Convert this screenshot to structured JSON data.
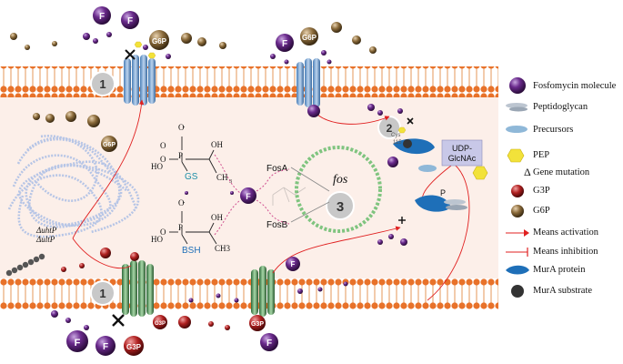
{
  "labels": {
    "step1_top": "1",
    "step1_bottom": "1",
    "step2": "2",
    "step3": "3",
    "fos": "fos",
    "fosA": "FosA",
    "fosB": "FosB",
    "gs": "GS",
    "bsh": "BSH",
    "oh": "OH",
    "ch3": "CH",
    "ch3_sub": "3",
    "ch3_full": "CH3",
    "delta_uhpt": "ΔuhtP",
    "delta_ulpt": "ΔultP",
    "udp_line1": "UDP-",
    "udp_line2": "GlcNAc",
    "cys": "Cys",
    "cys_num": "115",
    "p_label": "P",
    "F": "F",
    "G6P": "G6P",
    "G3P": "G3P"
  },
  "legend": [
    {
      "icon": "fosfomycin-icon",
      "label": "Fosfomycin molecule",
      "color": "#6a2a8c"
    },
    {
      "icon": "peptidoglycan-icon",
      "label": "Peptidoglycan",
      "color": "#a9aeb5"
    },
    {
      "icon": "precursors-icon",
      "label": "Precursors",
      "color": "#8fb8d8"
    },
    {
      "icon": "pep-icon",
      "label": "PEP",
      "color": "#f2e23a"
    },
    {
      "icon": "delta-icon",
      "label": "Gene mutation",
      "symbol": "Δ"
    },
    {
      "icon": "g3p-icon",
      "label": "G3P",
      "color": "#a31f1f"
    },
    {
      "icon": "g6p-icon",
      "label": "G6P",
      "color": "#8a6a3a"
    },
    {
      "icon": "activation-arrow-icon",
      "label": "Means activation",
      "color": "#e02020"
    },
    {
      "icon": "inhibition-line-icon",
      "label": "Means inhibition",
      "color": "#e02020"
    },
    {
      "icon": "mura-protein-icon",
      "label": "MurA protein",
      "color": "#1e6fb8"
    },
    {
      "icon": "mura-substrate-icon",
      "label": "MurA substrate",
      "color": "#333333"
    }
  ],
  "colors": {
    "membrane_head": "#e8722a",
    "membrane_tail": "#f3c9a0",
    "cytoplasm": "#fcefe9",
    "fosfomycin": "#6a2a8c",
    "g6p": "#8a6a3a",
    "g3p": "#a31f1f",
    "arrow": "#e02020"
  }
}
